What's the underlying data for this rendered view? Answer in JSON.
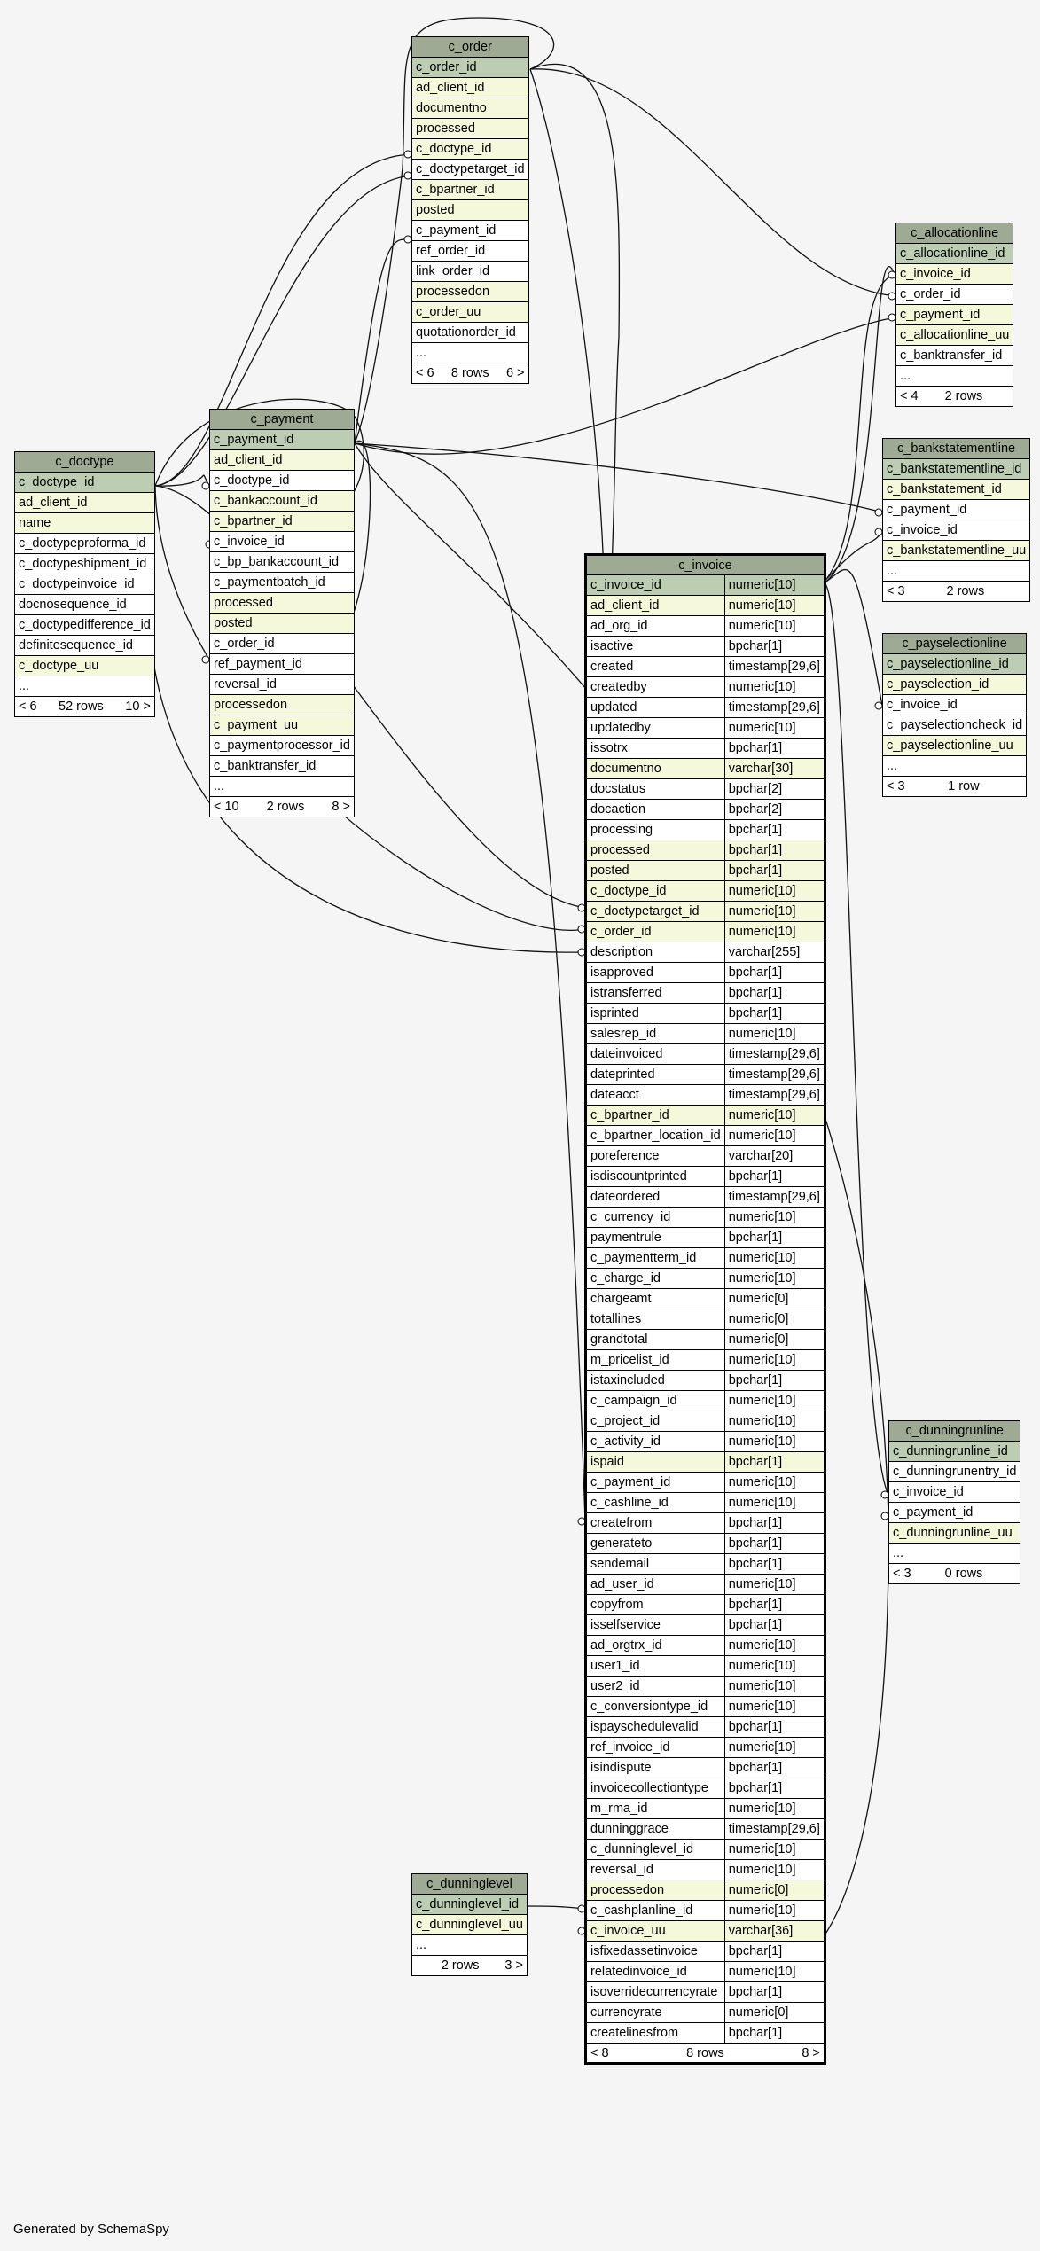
{
  "footer": "Generated by SchemaSpy",
  "tables": {
    "c_order": {
      "name": "c_order",
      "columns": [
        {
          "name": "c_order_id",
          "kind": "pk"
        },
        {
          "name": "ad_client_id",
          "kind": "idx"
        },
        {
          "name": "documentno",
          "kind": "idx"
        },
        {
          "name": "processed",
          "kind": "idx"
        },
        {
          "name": "c_doctype_id",
          "kind": "idx"
        },
        {
          "name": "c_doctypetarget_id",
          "kind": ""
        },
        {
          "name": "c_bpartner_id",
          "kind": "idx"
        },
        {
          "name": "posted",
          "kind": "idx"
        },
        {
          "name": "c_payment_id",
          "kind": ""
        },
        {
          "name": "ref_order_id",
          "kind": ""
        },
        {
          "name": "link_order_id",
          "kind": ""
        },
        {
          "name": "processedon",
          "kind": "idx"
        },
        {
          "name": "c_order_uu",
          "kind": "idx"
        },
        {
          "name": "quotationorder_id",
          "kind": ""
        },
        {
          "name": "...",
          "kind": ""
        }
      ],
      "footer": {
        "left": "< 6",
        "mid": "8 rows",
        "right": "6 >"
      }
    },
    "c_doctype": {
      "name": "c_doctype",
      "columns": [
        {
          "name": "c_doctype_id",
          "kind": "pk"
        },
        {
          "name": "ad_client_id",
          "kind": "idx"
        },
        {
          "name": "name",
          "kind": "idx"
        },
        {
          "name": "c_doctypeproforma_id",
          "kind": ""
        },
        {
          "name": "c_doctypeshipment_id",
          "kind": ""
        },
        {
          "name": "c_doctypeinvoice_id",
          "kind": ""
        },
        {
          "name": "docnosequence_id",
          "kind": ""
        },
        {
          "name": "c_doctypedifference_id",
          "kind": ""
        },
        {
          "name": "definitesequence_id",
          "kind": ""
        },
        {
          "name": "c_doctype_uu",
          "kind": "idx"
        },
        {
          "name": "...",
          "kind": ""
        }
      ],
      "footer": {
        "left": "< 6",
        "mid": "52 rows",
        "right": "10 >"
      }
    },
    "c_payment": {
      "name": "c_payment",
      "columns": [
        {
          "name": "c_payment_id",
          "kind": "pk"
        },
        {
          "name": "ad_client_id",
          "kind": "idx"
        },
        {
          "name": "c_doctype_id",
          "kind": ""
        },
        {
          "name": "c_bankaccount_id",
          "kind": "idx"
        },
        {
          "name": "c_bpartner_id",
          "kind": "idx"
        },
        {
          "name": "c_invoice_id",
          "kind": ""
        },
        {
          "name": "c_bp_bankaccount_id",
          "kind": ""
        },
        {
          "name": "c_paymentbatch_id",
          "kind": ""
        },
        {
          "name": "processed",
          "kind": "idx"
        },
        {
          "name": "posted",
          "kind": "idx"
        },
        {
          "name": "c_order_id",
          "kind": ""
        },
        {
          "name": "ref_payment_id",
          "kind": ""
        },
        {
          "name": "reversal_id",
          "kind": ""
        },
        {
          "name": "processedon",
          "kind": "idx"
        },
        {
          "name": "c_payment_uu",
          "kind": "idx"
        },
        {
          "name": "c_paymentprocessor_id",
          "kind": ""
        },
        {
          "name": "c_banktransfer_id",
          "kind": ""
        },
        {
          "name": "...",
          "kind": ""
        }
      ],
      "footer": {
        "left": "< 10",
        "mid": "2 rows",
        "right": "8 >"
      }
    },
    "c_allocationline": {
      "name": "c_allocationline",
      "columns": [
        {
          "name": "c_allocationline_id",
          "kind": "pk"
        },
        {
          "name": "c_invoice_id",
          "kind": "idx"
        },
        {
          "name": "c_order_id",
          "kind": ""
        },
        {
          "name": "c_payment_id",
          "kind": "idx"
        },
        {
          "name": "c_allocationline_uu",
          "kind": "idx"
        },
        {
          "name": "c_banktransfer_id",
          "kind": ""
        },
        {
          "name": "...",
          "kind": ""
        }
      ],
      "footer": {
        "left": "< 4",
        "mid": "2 rows",
        "right": ""
      }
    },
    "c_bankstatementline": {
      "name": "c_bankstatementline",
      "columns": [
        {
          "name": "c_bankstatementline_id",
          "kind": "pk"
        },
        {
          "name": "c_bankstatement_id",
          "kind": "idx"
        },
        {
          "name": "c_payment_id",
          "kind": ""
        },
        {
          "name": "c_invoice_id",
          "kind": ""
        },
        {
          "name": "c_bankstatementline_uu",
          "kind": "idx"
        },
        {
          "name": "...",
          "kind": ""
        }
      ],
      "footer": {
        "left": "< 3",
        "mid": "2 rows",
        "right": ""
      }
    },
    "c_payselectionline": {
      "name": "c_payselectionline",
      "columns": [
        {
          "name": "c_payselectionline_id",
          "kind": "pk"
        },
        {
          "name": "c_payselection_id",
          "kind": "idx"
        },
        {
          "name": "c_invoice_id",
          "kind": ""
        },
        {
          "name": "c_payselectioncheck_id",
          "kind": ""
        },
        {
          "name": "c_payselectionline_uu",
          "kind": "idx"
        },
        {
          "name": "...",
          "kind": ""
        }
      ],
      "footer": {
        "left": "< 3",
        "mid": "1 row",
        "right": ""
      }
    },
    "c_dunningrunline": {
      "name": "c_dunningrunline",
      "columns": [
        {
          "name": "c_dunningrunline_id",
          "kind": "pk"
        },
        {
          "name": "c_dunningrunentry_id",
          "kind": ""
        },
        {
          "name": "c_invoice_id",
          "kind": ""
        },
        {
          "name": "c_payment_id",
          "kind": ""
        },
        {
          "name": "c_dunningrunline_uu",
          "kind": "idx"
        },
        {
          "name": "...",
          "kind": ""
        }
      ],
      "footer": {
        "left": "< 3",
        "mid": "0 rows",
        "right": ""
      }
    },
    "c_dunninglevel": {
      "name": "c_dunninglevel",
      "columns": [
        {
          "name": "c_dunninglevel_id",
          "kind": "pk"
        },
        {
          "name": "c_dunninglevel_uu",
          "kind": "idx"
        },
        {
          "name": "...",
          "kind": ""
        }
      ],
      "footer": {
        "left": "",
        "mid": "2 rows",
        "right": "3 >"
      }
    },
    "c_invoice": {
      "name": "c_invoice",
      "columns": [
        {
          "name": "c_invoice_id",
          "type": "numeric[10]",
          "kind": "pk"
        },
        {
          "name": "ad_client_id",
          "type": "numeric[10]",
          "kind": "idx"
        },
        {
          "name": "ad_org_id",
          "type": "numeric[10]",
          "kind": ""
        },
        {
          "name": "isactive",
          "type": "bpchar[1]",
          "kind": ""
        },
        {
          "name": "created",
          "type": "timestamp[29,6]",
          "kind": ""
        },
        {
          "name": "createdby",
          "type": "numeric[10]",
          "kind": ""
        },
        {
          "name": "updated",
          "type": "timestamp[29,6]",
          "kind": ""
        },
        {
          "name": "updatedby",
          "type": "numeric[10]",
          "kind": ""
        },
        {
          "name": "issotrx",
          "type": "bpchar[1]",
          "kind": ""
        },
        {
          "name": "documentno",
          "type": "varchar[30]",
          "kind": "idx"
        },
        {
          "name": "docstatus",
          "type": "bpchar[2]",
          "kind": ""
        },
        {
          "name": "docaction",
          "type": "bpchar[2]",
          "kind": ""
        },
        {
          "name": "processing",
          "type": "bpchar[1]",
          "kind": ""
        },
        {
          "name": "processed",
          "type": "bpchar[1]",
          "kind": "idx"
        },
        {
          "name": "posted",
          "type": "bpchar[1]",
          "kind": "idx"
        },
        {
          "name": "c_doctype_id",
          "type": "numeric[10]",
          "kind": "idx"
        },
        {
          "name": "c_doctypetarget_id",
          "type": "numeric[10]",
          "kind": "idx"
        },
        {
          "name": "c_order_id",
          "type": "numeric[10]",
          "kind": "idx"
        },
        {
          "name": "description",
          "type": "varchar[255]",
          "kind": ""
        },
        {
          "name": "isapproved",
          "type": "bpchar[1]",
          "kind": ""
        },
        {
          "name": "istransferred",
          "type": "bpchar[1]",
          "kind": ""
        },
        {
          "name": "isprinted",
          "type": "bpchar[1]",
          "kind": ""
        },
        {
          "name": "salesrep_id",
          "type": "numeric[10]",
          "kind": ""
        },
        {
          "name": "dateinvoiced",
          "type": "timestamp[29,6]",
          "kind": ""
        },
        {
          "name": "dateprinted",
          "type": "timestamp[29,6]",
          "kind": ""
        },
        {
          "name": "dateacct",
          "type": "timestamp[29,6]",
          "kind": ""
        },
        {
          "name": "c_bpartner_id",
          "type": "numeric[10]",
          "kind": "idx"
        },
        {
          "name": "c_bpartner_location_id",
          "type": "numeric[10]",
          "kind": ""
        },
        {
          "name": "poreference",
          "type": "varchar[20]",
          "kind": ""
        },
        {
          "name": "isdiscountprinted",
          "type": "bpchar[1]",
          "kind": ""
        },
        {
          "name": "dateordered",
          "type": "timestamp[29,6]",
          "kind": ""
        },
        {
          "name": "c_currency_id",
          "type": "numeric[10]",
          "kind": ""
        },
        {
          "name": "paymentrule",
          "type": "bpchar[1]",
          "kind": ""
        },
        {
          "name": "c_paymentterm_id",
          "type": "numeric[10]",
          "kind": ""
        },
        {
          "name": "c_charge_id",
          "type": "numeric[10]",
          "kind": ""
        },
        {
          "name": "chargeamt",
          "type": "numeric[0]",
          "kind": ""
        },
        {
          "name": "totallines",
          "type": "numeric[0]",
          "kind": ""
        },
        {
          "name": "grandtotal",
          "type": "numeric[0]",
          "kind": ""
        },
        {
          "name": "m_pricelist_id",
          "type": "numeric[10]",
          "kind": ""
        },
        {
          "name": "istaxincluded",
          "type": "bpchar[1]",
          "kind": ""
        },
        {
          "name": "c_campaign_id",
          "type": "numeric[10]",
          "kind": ""
        },
        {
          "name": "c_project_id",
          "type": "numeric[10]",
          "kind": ""
        },
        {
          "name": "c_activity_id",
          "type": "numeric[10]",
          "kind": ""
        },
        {
          "name": "ispaid",
          "type": "bpchar[1]",
          "kind": "idx"
        },
        {
          "name": "c_payment_id",
          "type": "numeric[10]",
          "kind": ""
        },
        {
          "name": "c_cashline_id",
          "type": "numeric[10]",
          "kind": ""
        },
        {
          "name": "createfrom",
          "type": "bpchar[1]",
          "kind": ""
        },
        {
          "name": "generateto",
          "type": "bpchar[1]",
          "kind": ""
        },
        {
          "name": "sendemail",
          "type": "bpchar[1]",
          "kind": ""
        },
        {
          "name": "ad_user_id",
          "type": "numeric[10]",
          "kind": ""
        },
        {
          "name": "copyfrom",
          "type": "bpchar[1]",
          "kind": ""
        },
        {
          "name": "isselfservice",
          "type": "bpchar[1]",
          "kind": ""
        },
        {
          "name": "ad_orgtrx_id",
          "type": "numeric[10]",
          "kind": ""
        },
        {
          "name": "user1_id",
          "type": "numeric[10]",
          "kind": ""
        },
        {
          "name": "user2_id",
          "type": "numeric[10]",
          "kind": ""
        },
        {
          "name": "c_conversiontype_id",
          "type": "numeric[10]",
          "kind": ""
        },
        {
          "name": "ispayschedulevalid",
          "type": "bpchar[1]",
          "kind": ""
        },
        {
          "name": "ref_invoice_id",
          "type": "numeric[10]",
          "kind": ""
        },
        {
          "name": "isindispute",
          "type": "bpchar[1]",
          "kind": ""
        },
        {
          "name": "invoicecollectiontype",
          "type": "bpchar[1]",
          "kind": ""
        },
        {
          "name": "m_rma_id",
          "type": "numeric[10]",
          "kind": ""
        },
        {
          "name": "dunninggrace",
          "type": "timestamp[29,6]",
          "kind": ""
        },
        {
          "name": "c_dunninglevel_id",
          "type": "numeric[10]",
          "kind": ""
        },
        {
          "name": "reversal_id",
          "type": "numeric[10]",
          "kind": ""
        },
        {
          "name": "processedon",
          "type": "numeric[0]",
          "kind": "idx"
        },
        {
          "name": "c_cashplanline_id",
          "type": "numeric[10]",
          "kind": ""
        },
        {
          "name": "c_invoice_uu",
          "type": "varchar[36]",
          "kind": "idx"
        },
        {
          "name": "isfixedassetinvoice",
          "type": "bpchar[1]",
          "kind": ""
        },
        {
          "name": "relatedinvoice_id",
          "type": "numeric[10]",
          "kind": ""
        },
        {
          "name": "isoverridecurrencyrate",
          "type": "bpchar[1]",
          "kind": ""
        },
        {
          "name": "currencyrate",
          "type": "numeric[0]",
          "kind": ""
        },
        {
          "name": "createlinesfrom",
          "type": "bpchar[1]",
          "kind": ""
        }
      ],
      "footer": {
        "left": "< 8",
        "mid": "8 rows",
        "right": "8 >"
      }
    }
  }
}
